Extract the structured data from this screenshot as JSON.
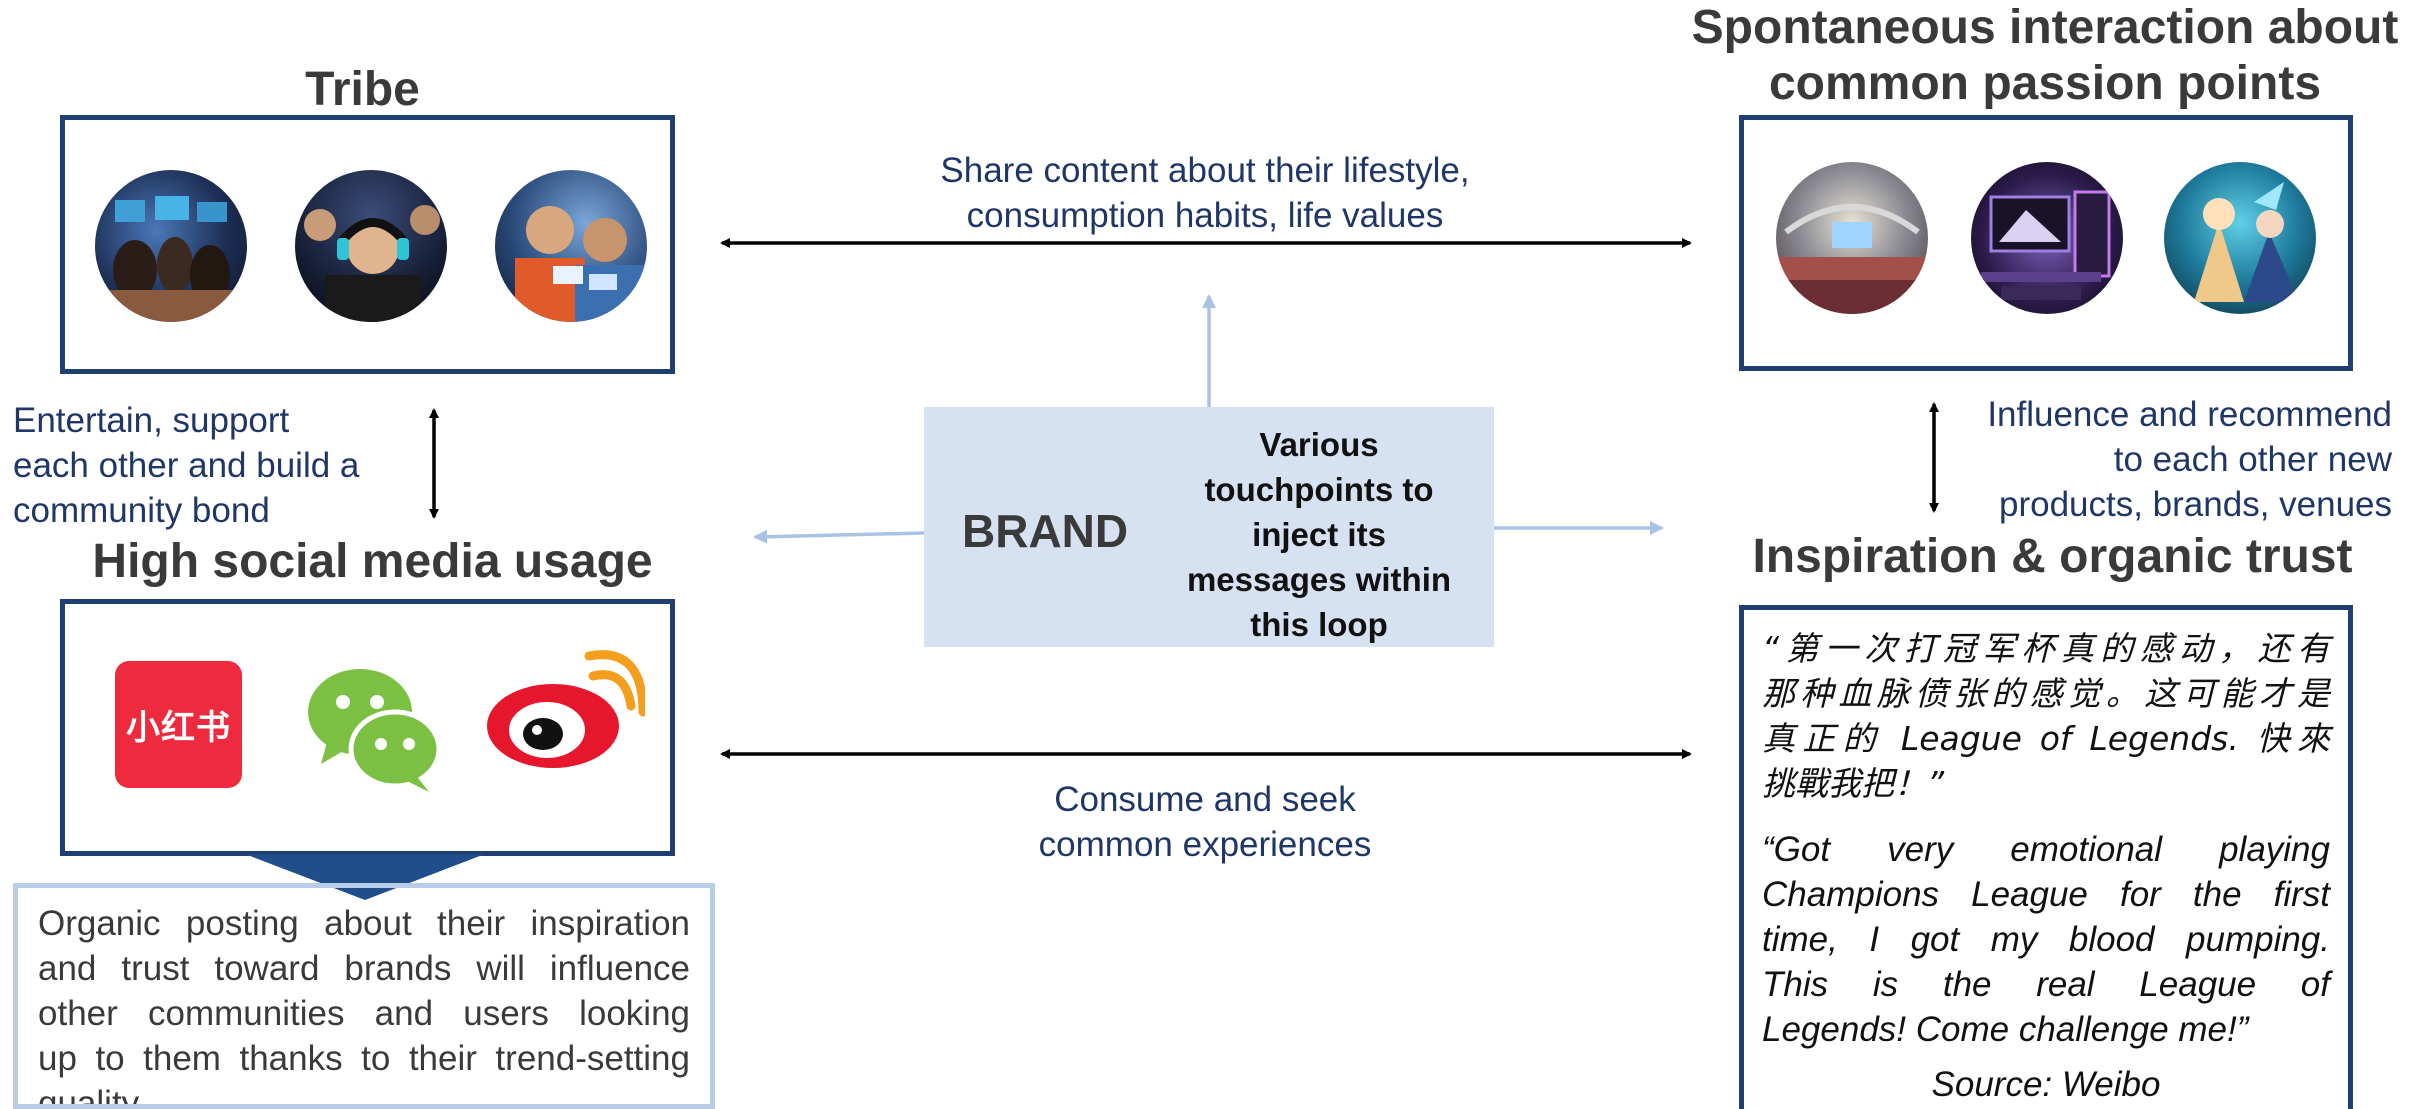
{
  "tribe": {
    "title": "Tribe"
  },
  "passion": {
    "title_line1": "Spontaneous interaction about",
    "title_line2": "common passion points"
  },
  "social": {
    "title": "High social media usage"
  },
  "trust": {
    "title": "Inspiration & organic trust"
  },
  "flows": {
    "share_line1": "Share content about their lifestyle,",
    "share_line2": "consumption habits, life values",
    "consume_line1": "Consume and seek",
    "consume_line2": "common experiences",
    "entertain_line1": "Entertain, support",
    "entertain_line2": "each other and build a",
    "entertain_line3": "community bond",
    "influence_line1": "Influence and recommend",
    "influence_line2": "to each other new",
    "influence_line3": "products, brands, venues"
  },
  "brand": {
    "label": "BRAND",
    "touch_line1": "Various",
    "touch_line2": "touchpoints to",
    "touch_line3": "inject its",
    "touch_line4": "messages within",
    "touch_line5": "this loop"
  },
  "apps": {
    "xiaohongshu_logo": "小红书"
  },
  "organic": {
    "line1": "Organic posting about their inspiration",
    "line2": "and trust toward brands will influence",
    "line3": "other communities and users looking",
    "line4": "up to them thanks to their trend-setting",
    "line5": "quality"
  },
  "quotes": {
    "cn_line1": "“第一次打冠军杯真的感动，还有",
    "cn_line2": "那种血脉偾张的感觉。这可能才是",
    "cn_line3": "真正的 League of Legends. 快來",
    "cn_line4": "挑戰我把！”",
    "en_line1": "“Got very emotional playing",
    "en_line2": "Champions League for the first",
    "en_line3": "time, I got my blood pumping.",
    "en_line4": "This is the real League of",
    "en_line5": "Legends! Come challenge me!”",
    "source": "Source: Weibo"
  },
  "colors": {
    "frame": "#1f3f73",
    "text_blue": "#1f3667",
    "brand_fill": "#d6e1f2",
    "brand_arrow": "#a9c3e4",
    "xiaohongshu": "#ee2a3f",
    "wechat": "#7bc043",
    "weibo": "#e6162d"
  }
}
